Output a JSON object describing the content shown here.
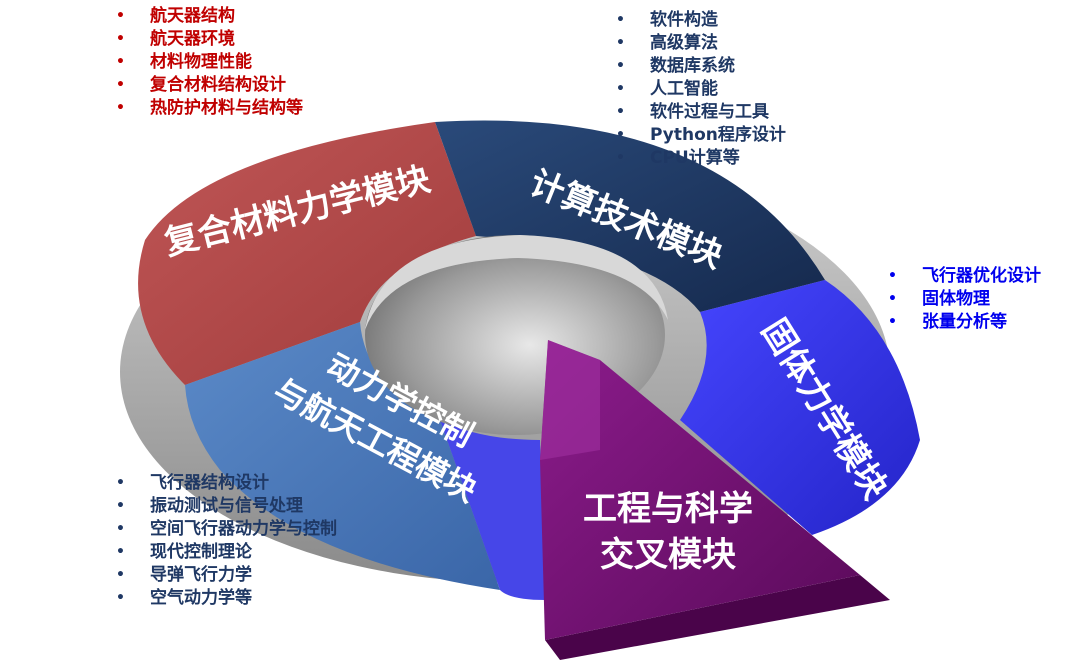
{
  "modules": {
    "composite": {
      "label": "复合材料力学模块",
      "color": "#b84a4a",
      "items": [
        "航天器结构",
        "航天器环境",
        "材料物理性能",
        "复合材料结构设计",
        "热防护材料与结构等"
      ]
    },
    "computing": {
      "label": "计算技术模块",
      "color": "#1f3864",
      "items": [
        "软件构造",
        "高级算法",
        "数据库系统",
        "人工智能",
        "软件过程与工具",
        "Python程序设计",
        "CPU计算等"
      ]
    },
    "solid": {
      "label": "固体力学模块",
      "color": "#2d2df0",
      "items": [
        "飞行器优化设计",
        "固体物理",
        "张量分析等"
      ]
    },
    "dynamics": {
      "label_line1": "动力学控制",
      "label_line2": "与航天工程模块",
      "color": "#4a78b8",
      "items": [
        "飞行器结构设计",
        "振动测试与信号处理",
        "空间飞行器动力学与控制",
        "现代控制理论",
        "导弹飞行力学",
        "空气动力学等"
      ]
    },
    "cross": {
      "label_line1": "工程与科学",
      "label_line2": "交叉模块",
      "color": "#7a0a7a"
    }
  }
}
